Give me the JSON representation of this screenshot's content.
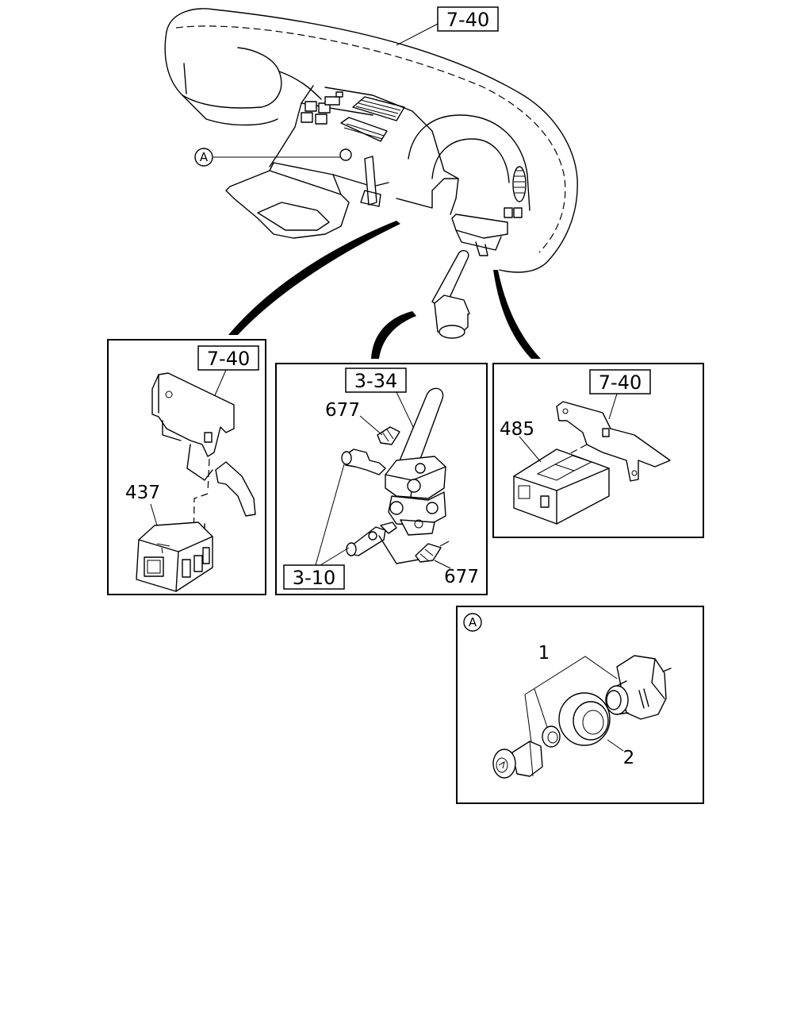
{
  "references": {
    "top": "7-40",
    "left_panel": "7-40",
    "center_panel": "3-34",
    "center_panel_lower": "3-10",
    "right_panel": "7-40"
  },
  "parts": {
    "left_switch": "437",
    "center_upper_fitting": "677",
    "center_lower_fitting": "677",
    "right_module": "485",
    "detail_item_1": "1",
    "detail_item_2": "2"
  },
  "markers": {
    "dashboard_marker": "A",
    "detail_marker": "A"
  }
}
